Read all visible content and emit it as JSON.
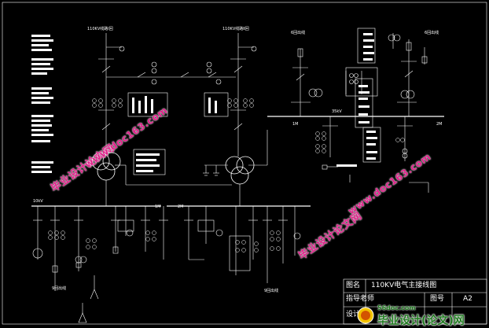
{
  "diagram": {
    "title_block": {
      "name_label": "图名",
      "name_value": "110KV电气主接线图",
      "advisor_label": "指导老师",
      "drawing_no_label": "图号",
      "drawing_no_value": "A2",
      "design_label": "设计"
    },
    "labels": {
      "incoming_line_1": "110KV线路Ⅰ回",
      "incoming_line_2": "110KV线路Ⅱ回",
      "outgoing_35kv_left": "6回出线",
      "outgoing_35kv_right": "6回出线",
      "bus_35kv": "35kV",
      "bus_35_1m": "1M",
      "bus_35_2m": "2M",
      "bus_10kv": "10kV",
      "bus_10_1m": "1M",
      "bus_10_2m": "2M",
      "outgoing_10kv_left": "9回出线",
      "outgoing_10kv_right": "9回出线"
    },
    "watermarks": {
      "cn_left": "毕业设计论文网",
      "url_left": "www.doc163.com",
      "cn_right": "毕业设计论文网",
      "url_right": "www.doc163.com",
      "stamp_site": "56doc.com",
      "stamp_text": "毕业设计(论文)网"
    },
    "colors": {
      "background": "#000000",
      "line": "#ffffff",
      "watermark": "#e0218a",
      "stamp_text": "#1f7a1f"
    }
  }
}
